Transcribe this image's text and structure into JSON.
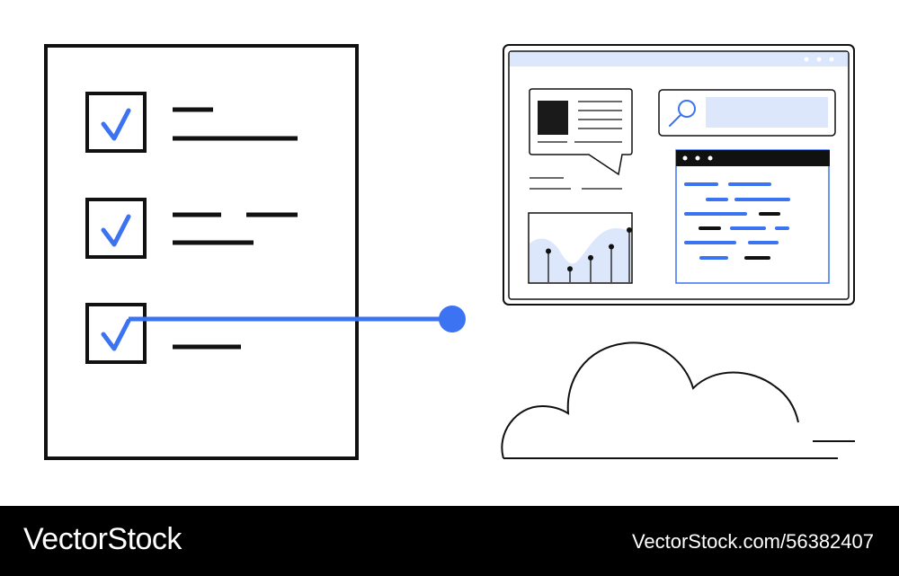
{
  "colors": {
    "accent": "#3B73F2",
    "accent_light": "#DCE7FB",
    "ink": "#111111",
    "background": "#FFFFFF",
    "footer_bg": "#000000"
  },
  "checklist": {
    "items": [
      {
        "checked": true,
        "icon": "checkmark-icon"
      },
      {
        "checked": true,
        "icon": "checkmark-icon"
      },
      {
        "checked": true,
        "icon": "checkmark-icon"
      }
    ]
  },
  "browser": {
    "search_icon": "search-icon",
    "chart": {
      "type": "line",
      "points": [
        28,
        12,
        22,
        32,
        47
      ]
    }
  },
  "decor": {
    "cloud_icon": "cloud-icon"
  },
  "footer": {
    "brand": "VectorStock",
    "url": "VectorStock.com/56382407"
  }
}
